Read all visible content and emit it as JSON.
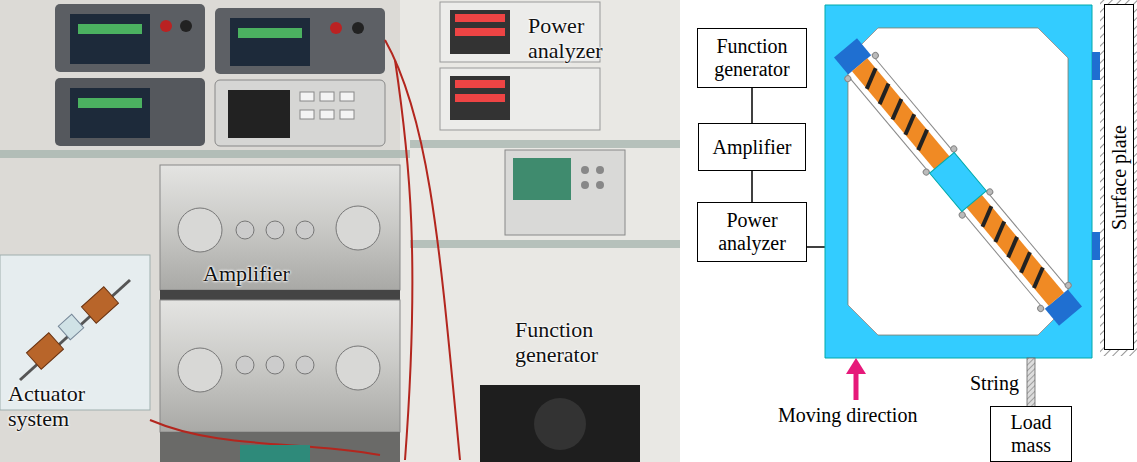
{
  "diagram": {
    "nodes": [
      {
        "text": [
          "Function generator"
        ]
      },
      {
        "text": [
          "Amplifier"
        ]
      },
      {
        "text": [
          "Power analyzer"
        ]
      },
      {
        "text": [
          "Surface plate"
        ]
      },
      {
        "text": [
          "Load mass"
        ]
      }
    ],
    "edges": [
      {
        "from": 0,
        "to": 1,
        "arrow": "none"
      },
      {
        "from": 1,
        "to": 2,
        "arrow": "none"
      }
    ],
    "labels": [
      "Power analyzer",
      "Amplifier",
      "Function generator",
      "Actuator system",
      "Moving direction",
      "String"
    ]
  }
}
